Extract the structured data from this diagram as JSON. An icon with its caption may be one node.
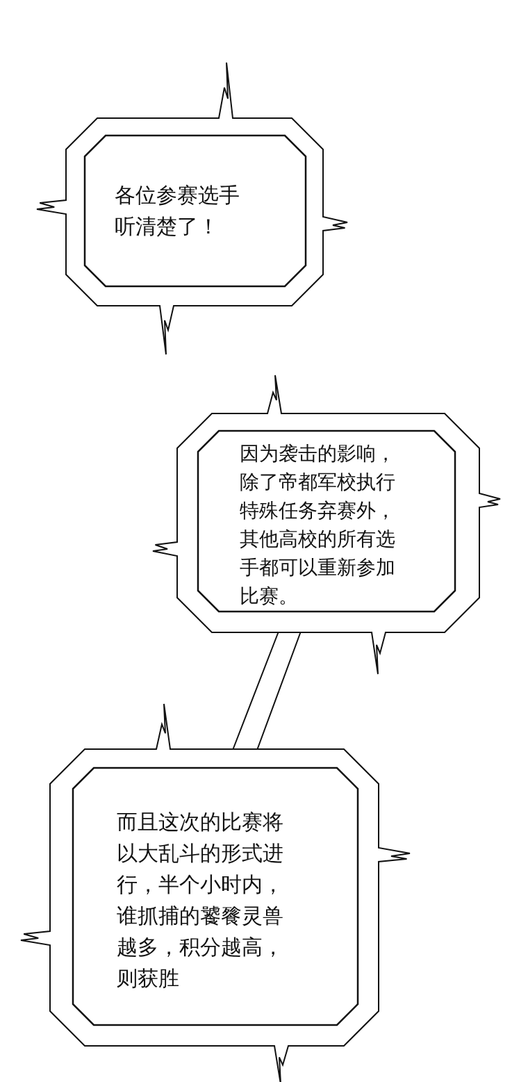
{
  "diagram": {
    "nodes": [
      {
        "text": [
          "各位参赛选手听清楚了！"
        ]
      },
      {
        "text": [
          "因为袭击的影响，除了帝都军校执行特殊任务弃赛外，其他高校的所有选手都可以重新参加比赛。"
        ]
      },
      {
        "text": [
          "而且这次的比赛将以大乱斗的形式进行，半个小时内，谁抓捕的饕餮灵兽越多，积分越高，则获胜"
        ]
      }
    ],
    "edges": [
      {
        "from": 1,
        "to": 2,
        "arrow": "none"
      }
    ]
  }
}
